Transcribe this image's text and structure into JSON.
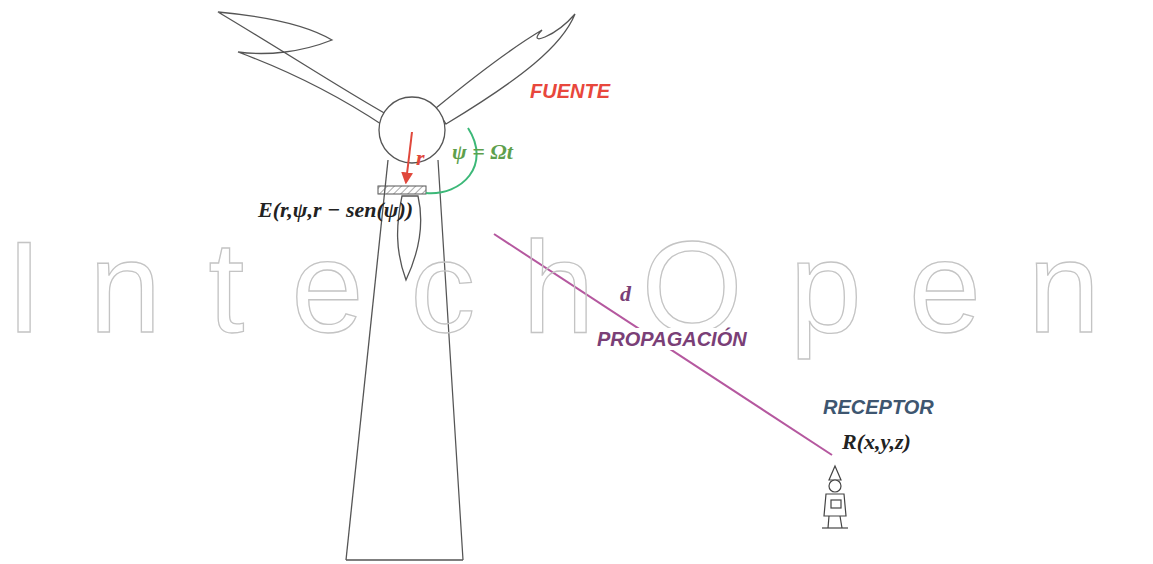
{
  "diagram": {
    "labels": [
      "FUENTE",
      "r",
      "ψ = Ωt",
      "E(r,ψ,r − sen(ψ))",
      "d",
      "PROPAGACIÓN",
      "RECEPTOR",
      "R(x,y,z)",
      "IntechOpen"
    ]
  }
}
